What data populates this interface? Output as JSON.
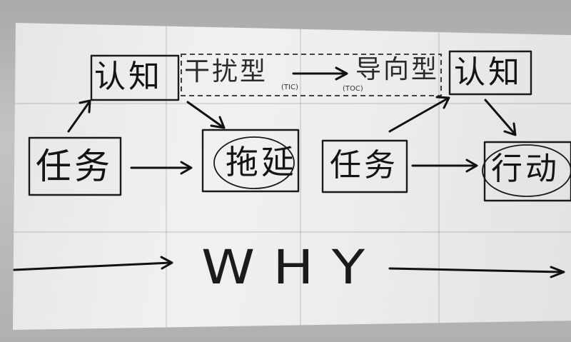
{
  "scene": {
    "left_top_word": "认知",
    "dashed_group": {
      "type_a": "干扰型",
      "type_a_code": "(TIC)",
      "type_b": "导向型",
      "type_b_code": "(TOC)"
    },
    "right_top_word": "认知",
    "task_left": "任务",
    "procrastination": "拖延",
    "task_right": "任务",
    "action": "行动",
    "why": "WHY"
  }
}
